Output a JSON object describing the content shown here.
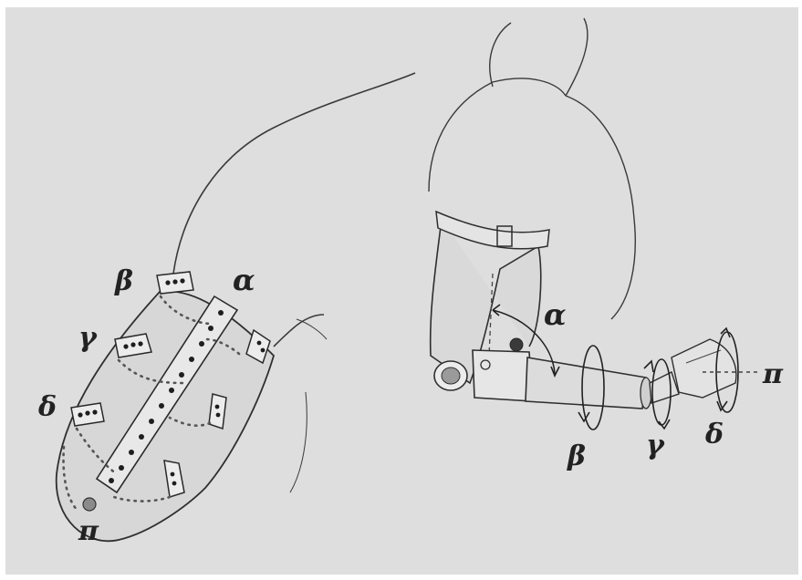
{
  "colors": {
    "paper": "#dedede",
    "ink": "#2a2a2a",
    "shade": "#cfcfcf"
  },
  "labels": {
    "stump": {
      "alpha": "α",
      "beta": "β",
      "gamma": "γ",
      "delta": "δ",
      "pi": "π"
    },
    "prosthesis": {
      "alpha": "α",
      "beta": "β",
      "gamma": "γ",
      "delta": "δ",
      "pi": "π"
    }
  }
}
